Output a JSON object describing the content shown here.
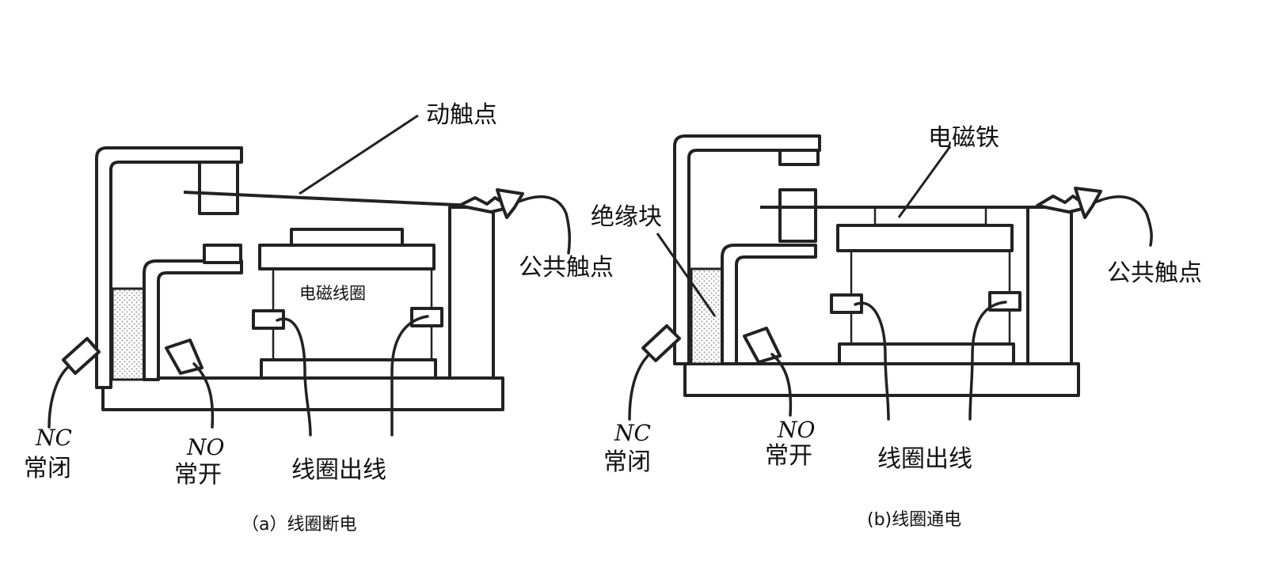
{
  "panel_a": {
    "label_moving_contact": "动触点",
    "label_coil": "电磁线圈",
    "label_common_contact": "公共触点",
    "label_nc": "NC",
    "label_nc_cn": "常闭",
    "label_no": "NO",
    "label_no_cn": "常开",
    "label_coil_leads": "线圈出线",
    "caption": "（a）线圈断电"
  },
  "panel_b": {
    "label_electromagnet": "电磁铁",
    "label_insulator": "绝缘块",
    "label_common_contact": "公共触点",
    "label_nc": "NC",
    "label_nc_cn": "常闭",
    "label_no": "NO",
    "label_no_cn": "常开",
    "label_coil_leads": "线圈出线",
    "caption": "(b)线圈通电"
  },
  "colors": {
    "ink": "#222222",
    "background": "#ffffff",
    "insulator_hatch": "#999999"
  }
}
